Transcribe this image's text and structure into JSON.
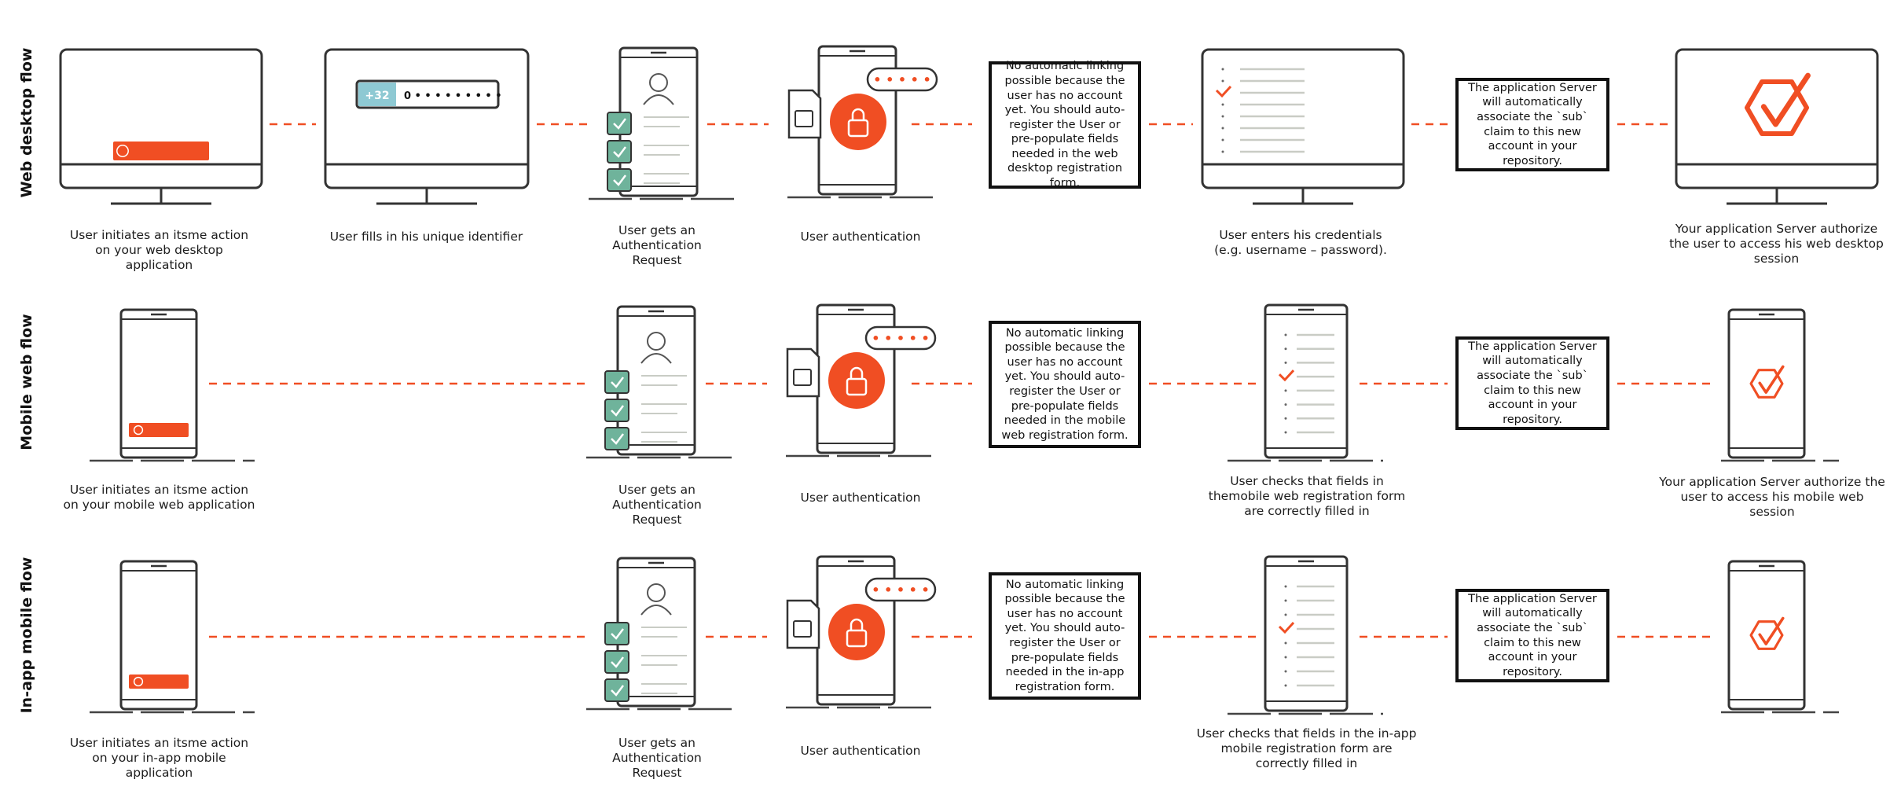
{
  "colors": {
    "accent": "#f04e23",
    "line": "#333333",
    "check_fill": "#6fb39b",
    "prefix_fill": "#8ec9d3",
    "list_line": "#c9ccc5"
  },
  "rows": [
    {
      "label": "Web desktop flow",
      "captions": [
        "User initiates an itsme action on your web desktop application",
        "User fills in his unique identifier",
        "User gets an Authentication  Request",
        "User authentication",
        "User enters his credentials (e.g. username – password).",
        "Your application Server authorize the user to access his web desktop session"
      ],
      "notes": [
        "No automatic linking possible because the user has no account yet. You should auto-register the User or pre-populate fields needed in the web desktop registration form.",
        "The application Server will automatically associate the `sub` claim to this new account in your repository."
      ]
    },
    {
      "label": "Mobile web flow",
      "captions": [
        "User initiates an itsme action on your mobile web application",
        "User gets an Authentication  Request",
        "User authentication",
        "User checks that fields in themobile web registration form are correctly filled in",
        "Your application Server authorize the user to access his mobile web session"
      ],
      "notes": [
        "No automatic linking possible because the user has no account yet. You should auto-register the User or pre-populate fields needed in the mobile web registration form.",
        "The application Server will automatically associate the `sub` claim to this new account in your repository."
      ]
    },
    {
      "label": "In-app mobile flow",
      "captions": [
        "User initiates an itsme action on your in-app mobile application",
        "User gets an Authentication  Request",
        "User authentication",
        "User checks that fields in the in-app mobile registration form are correctly filled in"
      ],
      "notes": [
        "No automatic linking possible because the user has no account yet. You should auto-register the User or pre-populate fields needed in the in-app registration form.",
        "The application Server will automatically associate the `sub` claim to this new account in your repository."
      ]
    }
  ],
  "identifier_field": {
    "prefix": "+32",
    "value": "0 • • • • • • • • •"
  },
  "pin_dots": "• • • • •"
}
